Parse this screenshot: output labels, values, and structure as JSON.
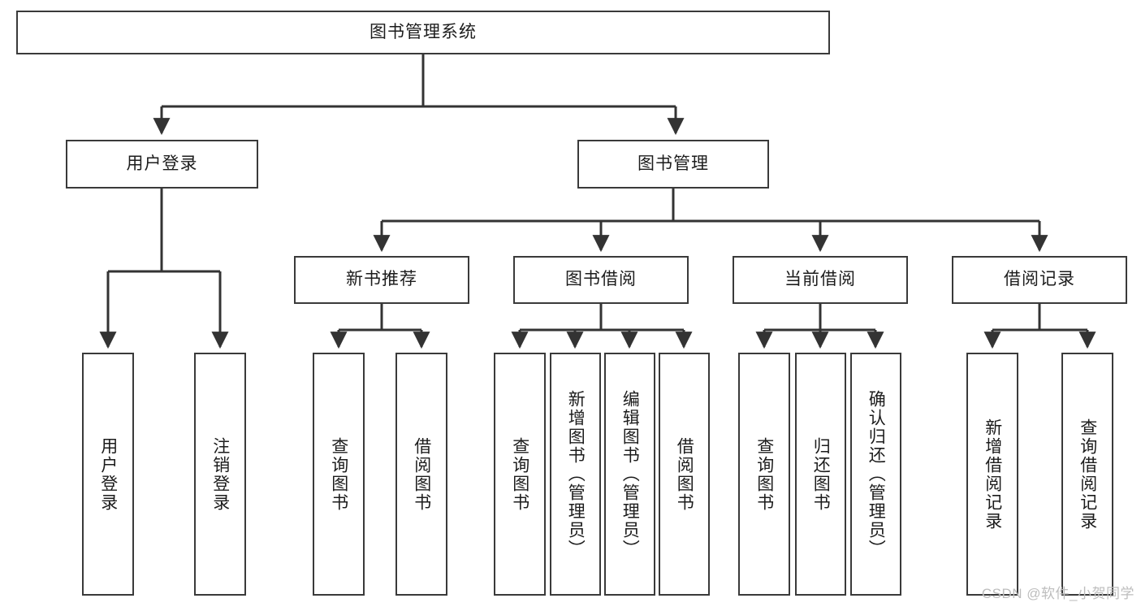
{
  "diagram": {
    "title": "图书管理系统",
    "type": "hierarchy-tree",
    "root": {
      "id": "root",
      "label": "图书管理系统"
    },
    "level1": [
      {
        "id": "user-login",
        "label": "用户登录"
      },
      {
        "id": "book-manage",
        "label": "图书管理"
      }
    ],
    "level2": [
      {
        "id": "new-book-rec",
        "label": "新书推荐",
        "parent": "book-manage"
      },
      {
        "id": "book-borrow",
        "label": "图书借阅",
        "parent": "book-manage"
      },
      {
        "id": "current-borrow",
        "label": "当前借阅",
        "parent": "book-manage"
      },
      {
        "id": "borrow-record",
        "label": "借阅记录",
        "parent": "book-manage"
      }
    ],
    "leaves": [
      {
        "id": "leaf-user-login",
        "label": "用户登录",
        "parent": "user-login"
      },
      {
        "id": "leaf-logout-login",
        "label": "注销登录",
        "parent": "user-login"
      },
      {
        "id": "leaf-query-book-1",
        "label": "查询图书",
        "parent": "new-book-rec"
      },
      {
        "id": "leaf-borrow-book-1",
        "label": "借阅图书",
        "parent": "new-book-rec"
      },
      {
        "id": "leaf-query-book-2",
        "label": "查询图书",
        "parent": "book-borrow"
      },
      {
        "id": "leaf-add-book",
        "label": "新增图书（管理员）",
        "parent": "book-borrow"
      },
      {
        "id": "leaf-edit-book",
        "label": "编辑图书（管理员）",
        "parent": "book-borrow"
      },
      {
        "id": "leaf-borrow-book-2",
        "label": "借阅图书",
        "parent": "book-borrow"
      },
      {
        "id": "leaf-query-book-3",
        "label": "查询图书",
        "parent": "current-borrow"
      },
      {
        "id": "leaf-return-book",
        "label": "归还图书",
        "parent": "current-borrow"
      },
      {
        "id": "leaf-confirm-return",
        "label": "确认归还（管理员）",
        "parent": "current-borrow"
      },
      {
        "id": "leaf-add-record",
        "label": "新增借阅记录",
        "parent": "borrow-record"
      },
      {
        "id": "leaf-query-record",
        "label": "查询借阅记录",
        "parent": "borrow-record"
      }
    ],
    "colors": {
      "border": "#3a3a3a",
      "background": "#ffffff",
      "text": "#1c1c1c",
      "connector": "#333333",
      "watermark": "#bdbdbd"
    }
  },
  "watermark": {
    "text": "CSDN @软件_小贺同学"
  }
}
